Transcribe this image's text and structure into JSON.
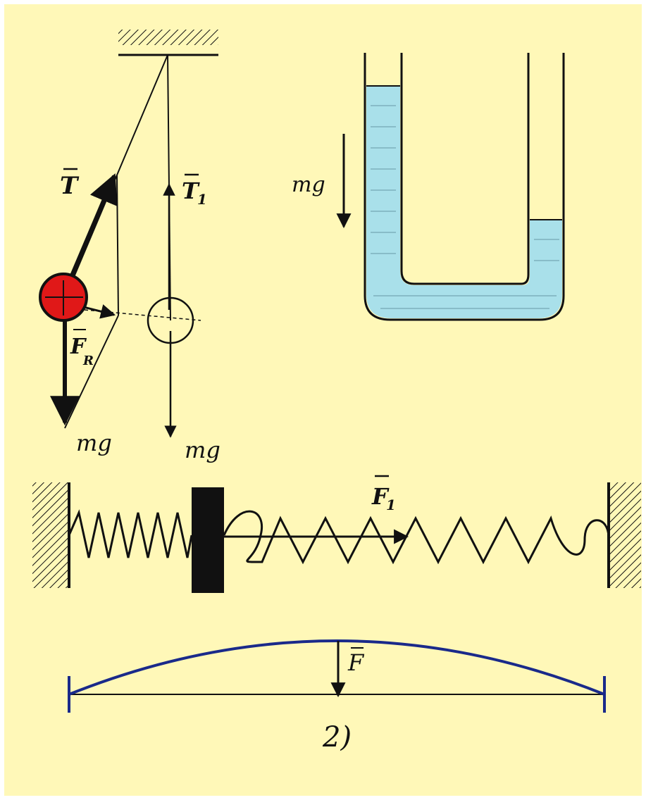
{
  "colors": {
    "background": "#fff8b8",
    "ink": "#111111",
    "liquid": "#a9e0ea",
    "ball": "#e01818",
    "arc": "#1a2a8a"
  },
  "pendulum": {
    "tension_label": "T",
    "tension1_label": "T",
    "tension1_subscript": "1",
    "resultant_label": "F",
    "resultant_subscript": "R",
    "weight_left_label": "mg",
    "weight_right_label": "mg"
  },
  "u_tube": {
    "weight_label": "mg"
  },
  "springs": {
    "force_label": "F",
    "force_subscript": "1"
  },
  "beam": {
    "force_label": "F"
  },
  "caption": "2)"
}
